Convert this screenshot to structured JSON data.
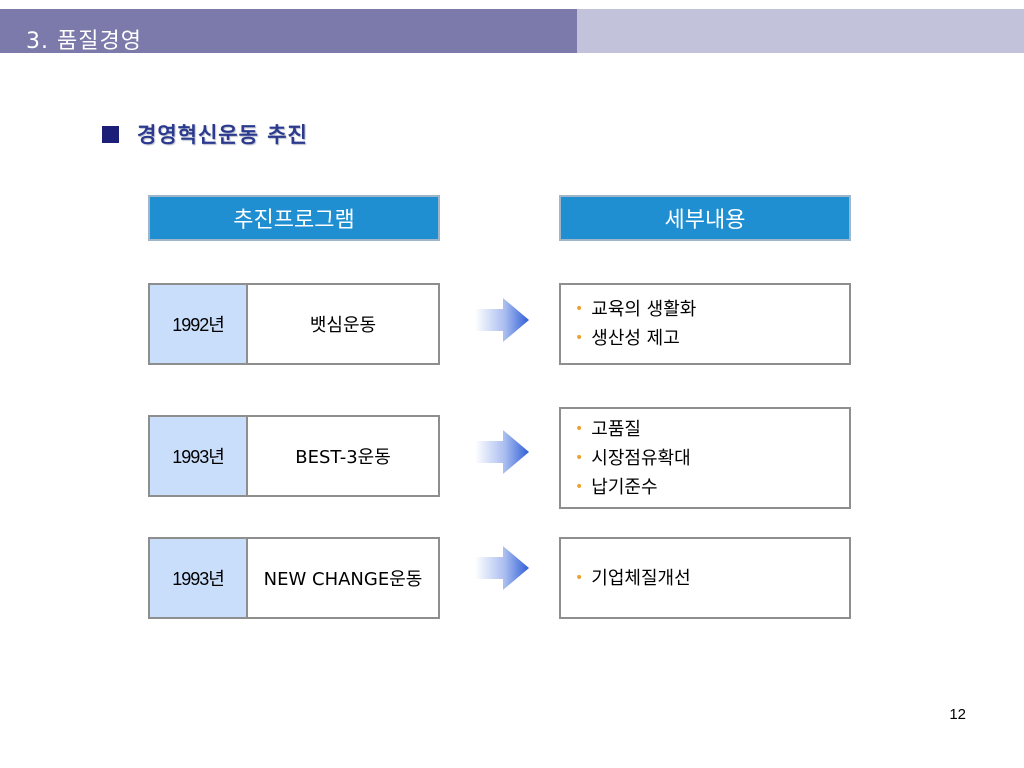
{
  "header": {
    "title": "3. 품질경영"
  },
  "section": {
    "heading": "경영혁신운동 추진"
  },
  "columns": {
    "left": "추진프로그램",
    "right": "세부내용"
  },
  "programs": [
    {
      "year": "1992년",
      "name": "뱃심운동",
      "details": [
        "교육의 생활화",
        "생산성 제고"
      ]
    },
    {
      "year": "1993년",
      "name": "BEST-3운동",
      "details": [
        "고품질",
        "시장점유확대",
        "납기준수"
      ]
    },
    {
      "year": "1993년",
      "name": "NEW CHANGE운동",
      "details": [
        "기업체질개선"
      ]
    }
  ],
  "bullet_char": "•",
  "page_number": "12",
  "colors": {
    "header_band": "#c2c3da",
    "header_title_bg": "#7b7aaa",
    "column_header_bg": "#1f8fd1",
    "year_cell_bg": "#c9defb",
    "bullet": "#f0a030",
    "arrow_blue": "#2f5fd6"
  }
}
